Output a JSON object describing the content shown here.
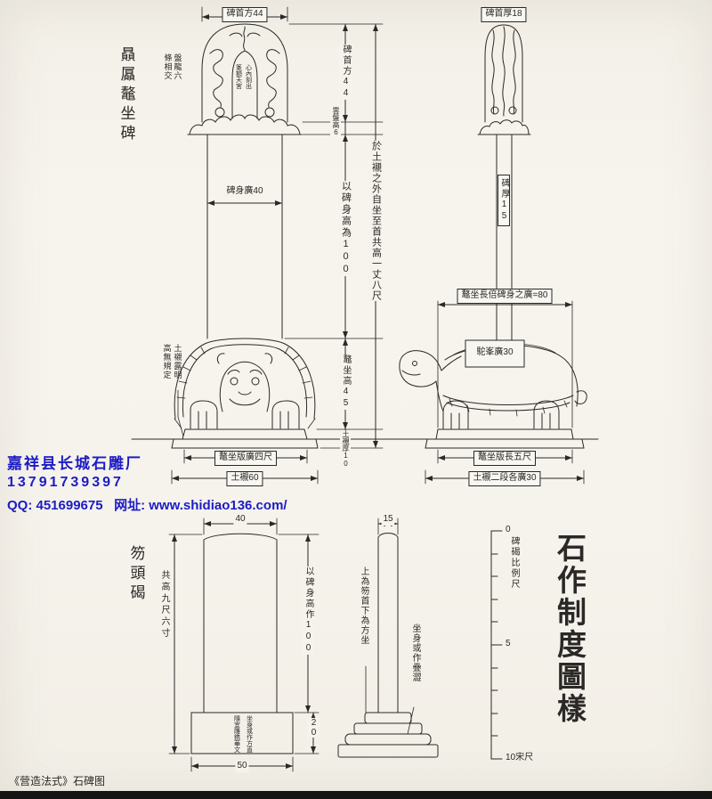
{
  "page": {
    "bg": "#f6f3ec",
    "ink": "#2a2927",
    "caption": "《营造法式》石碑图",
    "title_vertical": "石作制度圖樣",
    "watermark": {
      "color": "#1c1cc4",
      "line1": "嘉祥县长城石雕厂",
      "line2": "13791739397",
      "line3": "QQ: 451699675   网址: www.shidiao136.com/"
    }
  },
  "bixi": {
    "label": "贔屭鼇坐碑",
    "front": {
      "dim_head_top": "碑首方44",
      "note_dragons_col1": "盤龍六",
      "note_dragons_col2": "條相交",
      "inscription_col1": "心內刻出",
      "inscription_col2": "篆額天宮",
      "dim_body_width": "碑身廣40",
      "note_tuchen_col1": "土襯露明",
      "note_tuchen_col2": "高無規定",
      "dim_head_h": "碑首方44",
      "dim_cloud": "雲盤高6",
      "dim_body_h": "以碑身高為100",
      "dim_seat_h": "鼇坐高45",
      "dim_tuchen_t": "土襯厚10",
      "dim_total": "於土襯之外自坐至首共高一丈八尺",
      "dim_slab_w": "鼇坐版廣四尺",
      "dim_tuchen_w": "土襯60"
    },
    "side": {
      "dim_head_top": "碑首厚18",
      "dim_body_t": "碑厚15",
      "dim_seat_len": "鼇坐長倍碑身之廣=80",
      "dim_hump": "駝峯廣30",
      "dim_slab_l": "鼇坐版長五尺",
      "dim_tuchen2": "土襯二段各廣30"
    }
  },
  "hutou": {
    "label": "笏頭碣",
    "front": {
      "dim_w": "40",
      "dim_total_h": "共高九尺六寸",
      "dim_body_h": "以碑身高作100",
      "dim_base_h": "20",
      "dim_base_w": "50",
      "base_note_col1": "坐身或作方直",
      "base_note_col2": "隨宜雕鐫華文"
    },
    "side": {
      "dim_w": "15",
      "note_left": "上為笏首下為方坐",
      "note_right": "坐身或作疊澀"
    }
  },
  "scalebar": {
    "label": "碑碣比例尺",
    "t0": "0",
    "t5": "5",
    "t10": "10宋尺"
  }
}
